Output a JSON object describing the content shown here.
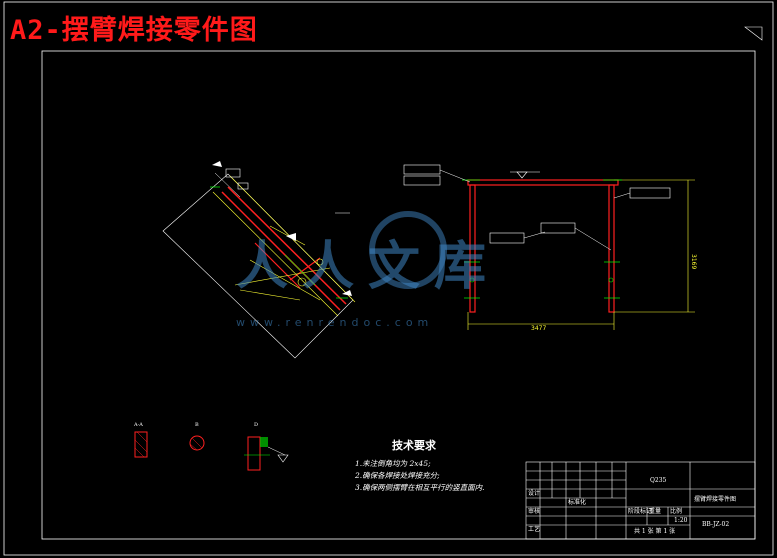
{
  "title": "A2-摆臂焊接零件图",
  "watermark": {
    "text": "人人文库",
    "url": "www.renrendoc.com"
  },
  "dimensions": {
    "bottom_width": "3477",
    "right_height": "3169"
  },
  "requirements": {
    "heading": "技术要求",
    "items": [
      "1.未注倒角均为 2x45;",
      "2.确保各焊接处焊接充分;",
      "3.确保两侧摆臂在相互平行的竖直面内."
    ]
  },
  "title_block": {
    "drawing_name": "摆臂焊接零件图",
    "material": "Q235",
    "scale": "1:20",
    "sheets": "共 1 张 第 1 张",
    "drawing_no": "BB-JZ-02",
    "label_std": "标准化",
    "label_check": "审核",
    "label_process": "工艺",
    "label_mark": "阶段标记",
    "label_weight": "重量",
    "label_scale": "比例",
    "label_designer": "设计"
  },
  "section_labels": {
    "a": "A-A",
    "b": "B",
    "c": "D"
  },
  "colors": {
    "title": "#ff1a1a",
    "frame": "#ffffff",
    "part": "#ff2020",
    "dimension": "#ffff33",
    "centerline": "#00ff00",
    "watermark": "#3f86c3"
  }
}
